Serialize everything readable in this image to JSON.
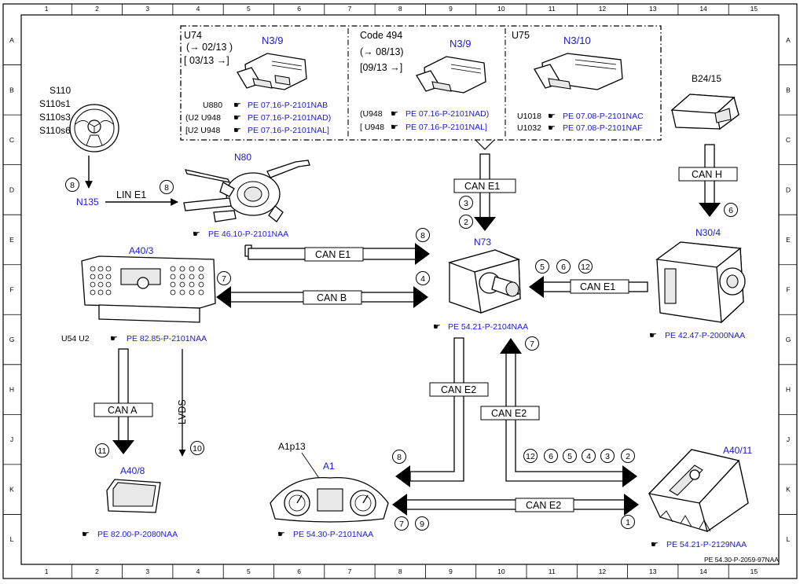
{
  "grid": {
    "cols": [
      "1",
      "2",
      "3",
      "4",
      "5",
      "6",
      "7",
      "8",
      "9",
      "10",
      "11",
      "12",
      "13",
      "14",
      "15"
    ],
    "rows": [
      "A",
      "B",
      "C",
      "D",
      "E",
      "F",
      "G",
      "H",
      "J",
      "K",
      "L"
    ]
  },
  "footer": "PE 54.30-P-2059-97NAA",
  "groups": {
    "u74": {
      "code": "U74",
      "date1": "(→ 02/13 )",
      "date2": "[ 03/13 →]",
      "comp": "N3/9",
      "refs": [
        {
          "pre": "U880",
          "ref": "PE 07.16-P-2101NAB"
        },
        {
          "pre": "(U2  U948",
          "ref": "PE 07.16-P-2101NAD)"
        },
        {
          "pre": "[U2  U948",
          "ref": "PE 07.16-P-2101NAL]"
        }
      ]
    },
    "c494": {
      "code": "Code 494",
      "date1": "(→ 08/13)",
      "date2": "[09/13  →]",
      "comp": "N3/9",
      "refs": [
        {
          "pre": "(U948",
          "ref": "PE 07.16-P-2101NAD)"
        },
        {
          "pre": "[ U948",
          "ref": "PE 07.16-P-2101NAL]"
        }
      ]
    },
    "u75": {
      "code": "U75",
      "comp": "N3/10",
      "refs": [
        {
          "pre": "U1018",
          "ref": "PE 07.08-P-2101NAC"
        },
        {
          "pre": "U1032",
          "ref": "PE 07.08-P-2101NAF"
        }
      ]
    }
  },
  "components": {
    "s110": {
      "lines": [
        "S110",
        "S110s1",
        "S110s3",
        "S110s6"
      ]
    },
    "n135": {
      "label": "N135"
    },
    "n80": {
      "label": "N80",
      "ref": "PE 46.10-P-2101NAA"
    },
    "b2415": {
      "label": "B24/15"
    },
    "n73": {
      "label": "N73",
      "ref": "PE 54.21-P-2104NAA"
    },
    "n304": {
      "label": "N30/4",
      "ref": "PE 42.47-P-2000NAA"
    },
    "a403": {
      "label": "A40/3",
      "pre": "U54   U2",
      "ref": "PE 82.85-P-2101NAA"
    },
    "a408": {
      "label": "A40/8",
      "ref": "PE 82.00-P-2080NAA"
    },
    "a1": {
      "label": "A1",
      "sub": "A1p13",
      "ref": "PE 54.30-P-2101NAA"
    },
    "a4011": {
      "label": "A40/11",
      "ref": "PE 54.21-P-2129NAA"
    }
  },
  "buses": {
    "lin_e1": "LIN E1",
    "can_e1_top": "CAN E1",
    "can_h": "CAN H",
    "can_e1_a": "CAN E1",
    "can_b": "CAN B",
    "can_e1_right": "CAN E1",
    "can_a": "CAN A",
    "lvds": "LVDS",
    "can_e2_down": "CAN E2",
    "can_e2_up": "CAN E2",
    "can_e2_bottom": "CAN E2"
  },
  "circles": {
    "c8_s110": "8",
    "c8_lin": "8",
    "c3_top": "3",
    "c2_top": "2",
    "c6_canh": "6",
    "c8_cane1": "8",
    "c4_canb": "4",
    "c7_canb": "7",
    "c5_r": "5",
    "c6_r": "6",
    "c12_r": "12",
    "c7_n73": "7",
    "c11_cana": "11",
    "c10_lvds": "10",
    "c8_a1": "8",
    "c12_b": "12",
    "c6_b": "6",
    "c5_b": "5",
    "c4_b": "4",
    "c3_b": "3",
    "c2_b": "2",
    "c7_a1": "7",
    "c9_a1": "9",
    "c1_a4011": "1"
  }
}
